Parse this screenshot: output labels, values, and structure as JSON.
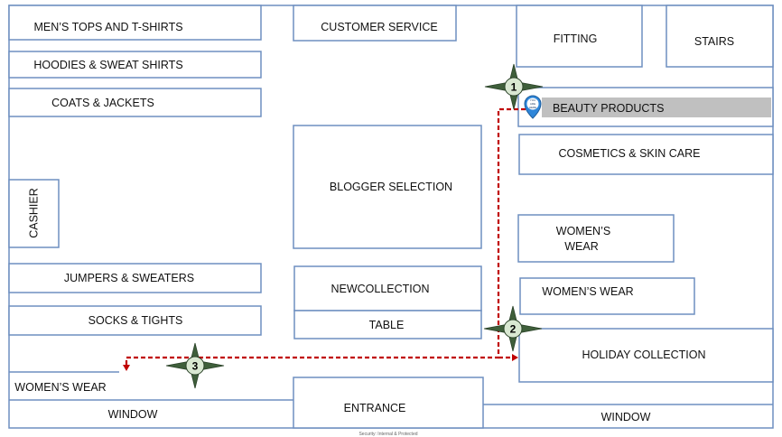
{
  "zones": {
    "mens_tops": "MEN’S TOPS AND T-SHIRTS",
    "hoodies": "HOODIES & SWEAT SHIRTS",
    "coats": "COATS & JACKETS",
    "cashier": "CASHIER",
    "jumpers": "JUMPERS & SWEATERS",
    "socks": "SOCKS & TIGHTS",
    "womens_wear_left": "WOMEN’S WEAR",
    "window_left": "WINDOW",
    "customer_service": "CUSTOMER SERVICE",
    "blogger_selection": "BLOGGER SELECTION",
    "new_collection": "NEWCOLLECTION",
    "table": "TABLE",
    "entrance": "ENTRANCE",
    "fitting": "FITTING",
    "stairs": "STAIRS",
    "beauty_products": "BEAUTY PRODUCTS",
    "cosmetics": "COSMETICS & SKIN CARE",
    "womens_wear_right_1a": "WOMEN’S",
    "womens_wear_right_1b": "WEAR",
    "womens_wear_right_2": "WOMEN’S WEAR",
    "holiday_collection": "HOLIDAY COLLECTION",
    "window_right": "WINDOW"
  },
  "markers": {
    "you_are_here_1": "YOU",
    "you_are_here_2": "ARE",
    "you_are_here_3": "HERE"
  },
  "waypoints": [
    "1",
    "2",
    "3"
  ],
  "colors": {
    "wall": "#6e8fc0",
    "route": "#c00000",
    "highlight": "#c0c0c0",
    "compass_center": "#d9e8d2",
    "compass_points": "#3f5f3b"
  },
  "footer": "Security: Internal & Protected"
}
